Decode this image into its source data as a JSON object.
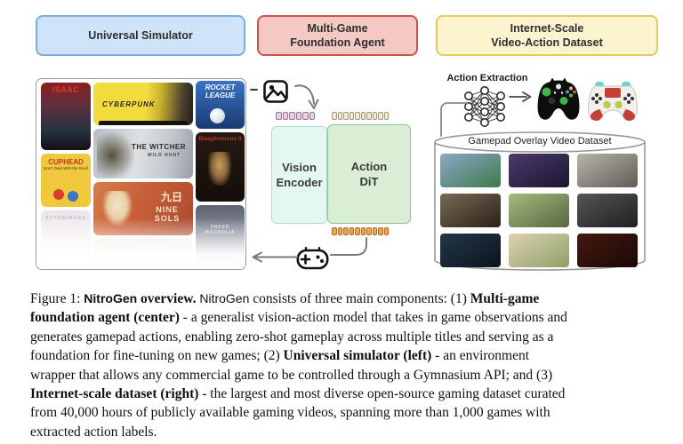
{
  "header": {
    "boxes": [
      {
        "lines": [
          "Universal Simulator"
        ],
        "fill": "#cfe4f8",
        "border": "#79aede"
      },
      {
        "lines": [
          "Multi-Game",
          "Foundation Agent"
        ],
        "fill": "#f5c9c3",
        "border": "#ce5449"
      },
      {
        "lines": [
          "Internet-Scale",
          "Video-Action Dataset"
        ],
        "fill": "#fcf3cf",
        "border": "#e3c968"
      }
    ]
  },
  "simulator": {
    "games": [
      {
        "id": "isaac",
        "label": "ISAAC"
      },
      {
        "id": "cuphead",
        "label": "CUPHEAD",
        "sub": "Don't Deal With the Devil"
      },
      {
        "id": "afterimage",
        "label": "AFTERIMAGE"
      },
      {
        "id": "cyberpunk",
        "label": "CYBERPUNK"
      },
      {
        "id": "witcher",
        "label": "THE WITCHER",
        "sub": "WILD HUNT"
      },
      {
        "id": "nine-sols",
        "label": "九日",
        "sub": "NINE SOLS"
      },
      {
        "id": "rocket-league",
        "label": "ROCKET LEAGUE"
      },
      {
        "id": "blasphemous",
        "label": "Blasphemous II"
      },
      {
        "id": "ender-magnolia",
        "label": "ENDER MAGNOLIA"
      }
    ]
  },
  "agent": {
    "vision_encoder": {
      "line1": "Vision",
      "line2": "Encoder"
    },
    "action_dit": {
      "line1": "Action",
      "line2": "DiT"
    },
    "tokens": {
      "obs": {
        "count": 6,
        "fill": "#efcbe6",
        "border": "#8f7b8b"
      },
      "cond": {
        "count": 10,
        "fill": "#f7e9cd",
        "border": "#a3967f"
      },
      "action": {
        "count": 10,
        "fill": "#f2a34c",
        "border": "#aa6a28"
      }
    }
  },
  "dataset": {
    "action_extraction_label": "Action Extraction",
    "cylinder_label": "Gamepad Overlay Video Dataset",
    "thumbnails": [
      {
        "c1": "#8aa8c8",
        "c2": "#3f7a4a"
      },
      {
        "c1": "#4a3a6a",
        "c2": "#1d1630"
      },
      {
        "c1": "#b8b4ab",
        "c2": "#615d55"
      },
      {
        "c1": "#7a6a52",
        "c2": "#2a211a"
      },
      {
        "c1": "#a8b880",
        "c2": "#56693e"
      },
      {
        "c1": "#565656",
        "c2": "#1f1f24"
      },
      {
        "c1": "#24364a",
        "c2": "#0c141e"
      },
      {
        "c1": "#ddd2b2",
        "c2": "#8ea166"
      },
      {
        "c1": "#47180f",
        "c2": "#190806"
      }
    ]
  },
  "caption": {
    "lines": [
      [
        {
          "t": "Figure 1: ",
          "s": "r"
        },
        {
          "t": "NitroGen",
          "s": "sb"
        },
        {
          "t": " overview. ",
          "s": "b"
        },
        {
          "t": "NitroGen",
          "s": "sn"
        },
        {
          "t": " consists of three main components: (1) ",
          "s": "r"
        },
        {
          "t": "Multi-game",
          "s": "b"
        }
      ],
      [
        {
          "t": "foundation agent (center)",
          "s": "b"
        },
        {
          "t": " - a generalist vision-action model that takes in game observations and",
          "s": "r"
        }
      ],
      [
        {
          "t": "generates gamepad actions, enabling zero-shot gameplay across multiple titles and serving as a",
          "s": "r"
        }
      ],
      [
        {
          "t": "foundation for fine-tuning on new games; (2) ",
          "s": "r"
        },
        {
          "t": "Universal simulator (left)",
          "s": "b"
        },
        {
          "t": " - an environment",
          "s": "r"
        }
      ],
      [
        {
          "t": "wrapper that allows any commercial game to be controlled through a Gymnasium API; and (3)",
          "s": "r"
        }
      ],
      [
        {
          "t": "Internet-scale dataset (right)",
          "s": "b"
        },
        {
          "t": " - the largest and most diverse open-source gaming dataset curated",
          "s": "r"
        }
      ],
      [
        {
          "t": "from 40,000 hours of publicly available gaming videos, spanning more than 1,000 games with",
          "s": "r"
        }
      ],
      [
        {
          "t": "extracted action labels.",
          "s": "r"
        }
      ]
    ]
  }
}
